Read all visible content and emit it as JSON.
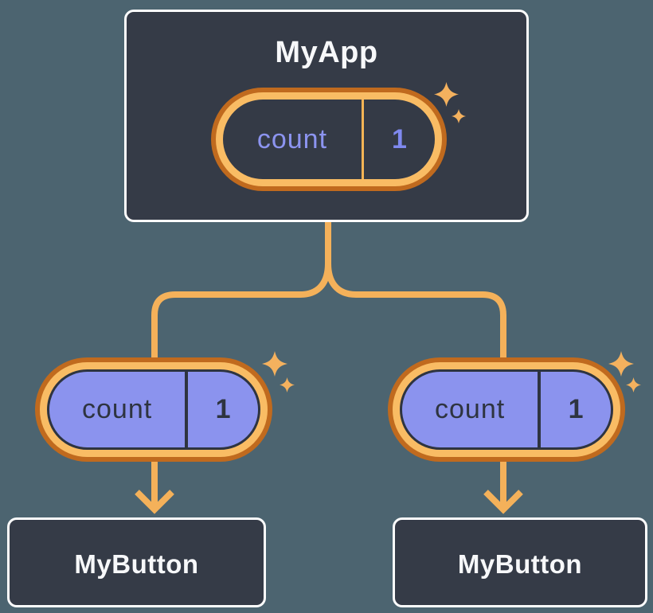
{
  "diagram": {
    "description": "React component tree passing state down as props",
    "colors": {
      "background": "#4C6470",
      "node_fill": "#353B47",
      "node_border": "#FDFDFD",
      "node_text": "#F7F8FA",
      "pill_ring_outer": "#C06A1E",
      "pill_ring_inner": "#F9BC64",
      "state_pill_fill": "#343A46",
      "state_name_text": "#8C94F0",
      "state_value_text": "#7F89EF",
      "prop_pill_fill": "#8B93EE",
      "prop_pill_text": "#2E3440",
      "connector": "#F4B15A",
      "sparkle": "#F4B15E"
    },
    "tree": {
      "root": {
        "label": "MyApp",
        "state_pill": {
          "name": "count",
          "value": "1"
        }
      },
      "children": [
        {
          "label": "MyButton",
          "prop_pill": {
            "name": "count",
            "value": "1"
          }
        },
        {
          "label": "MyButton",
          "prop_pill": {
            "name": "count",
            "value": "1"
          }
        }
      ]
    }
  }
}
